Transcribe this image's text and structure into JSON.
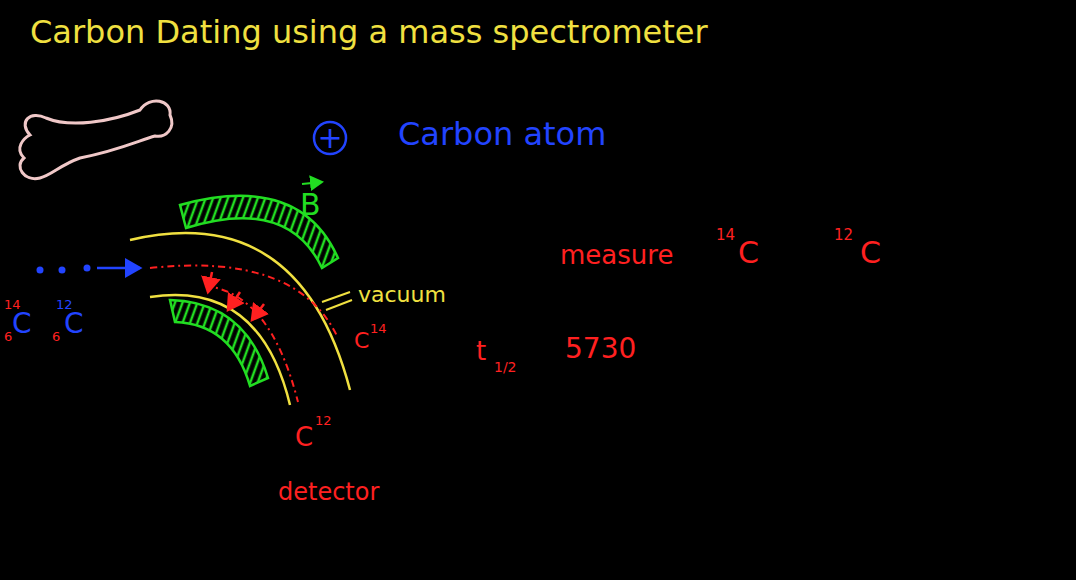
{
  "diagram": {
    "title": "Carbon Dating using a mass spectrometer",
    "nodes": [
      {
        "text": [
          "+"
        ]
      }
    ],
    "labels": [
      "Carbon atom",
      "B",
      "vacuum",
      "C",
      "14",
      "C",
      "12",
      "detector",
      "14",
      "6",
      "C",
      "12",
      "6",
      "C",
      "measure",
      "14",
      "C",
      "12",
      "C",
      "t",
      "1/2",
      "5730"
    ]
  }
}
